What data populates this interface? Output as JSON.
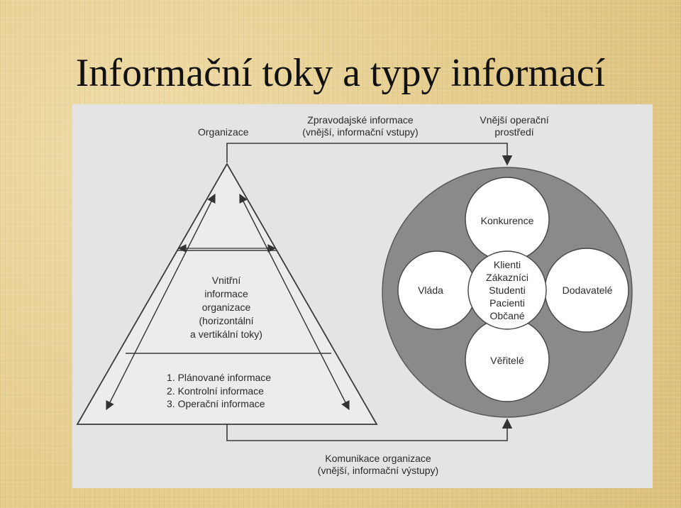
{
  "title": "Informační toky a typy informací",
  "diagram": {
    "organization_label": "Organizace",
    "news_info": [
      "Zpravodajské informace",
      "(vnější, informační vstupy)"
    ],
    "external_env": [
      "Vnější operační",
      "prostředí"
    ],
    "internal_info": [
      "Vnitřní",
      "informace",
      "organizace",
      "(horizontální",
      "a vertikální toky)"
    ],
    "info_types": [
      "1. Plánované informace",
      "2. Kontrolní informace",
      "3. Operační informace"
    ],
    "competition": "Konkurence",
    "government": "Vláda",
    "suppliers": "Dodavatelé",
    "creditors": "Věřitelé",
    "center_groups": [
      "Klienti",
      "Zákazníci",
      "Studenti",
      "Pacienti",
      "Občané"
    ],
    "communication": [
      "Komunikace organizace",
      "(vnější, informační výstupy)"
    ],
    "colors": {
      "background": "#e9d49a",
      "panel": "#e4e4e4",
      "line": "#3a3a3a",
      "outer_circle": "#8a8a8a",
      "inner_circle": "#ffffff"
    }
  }
}
